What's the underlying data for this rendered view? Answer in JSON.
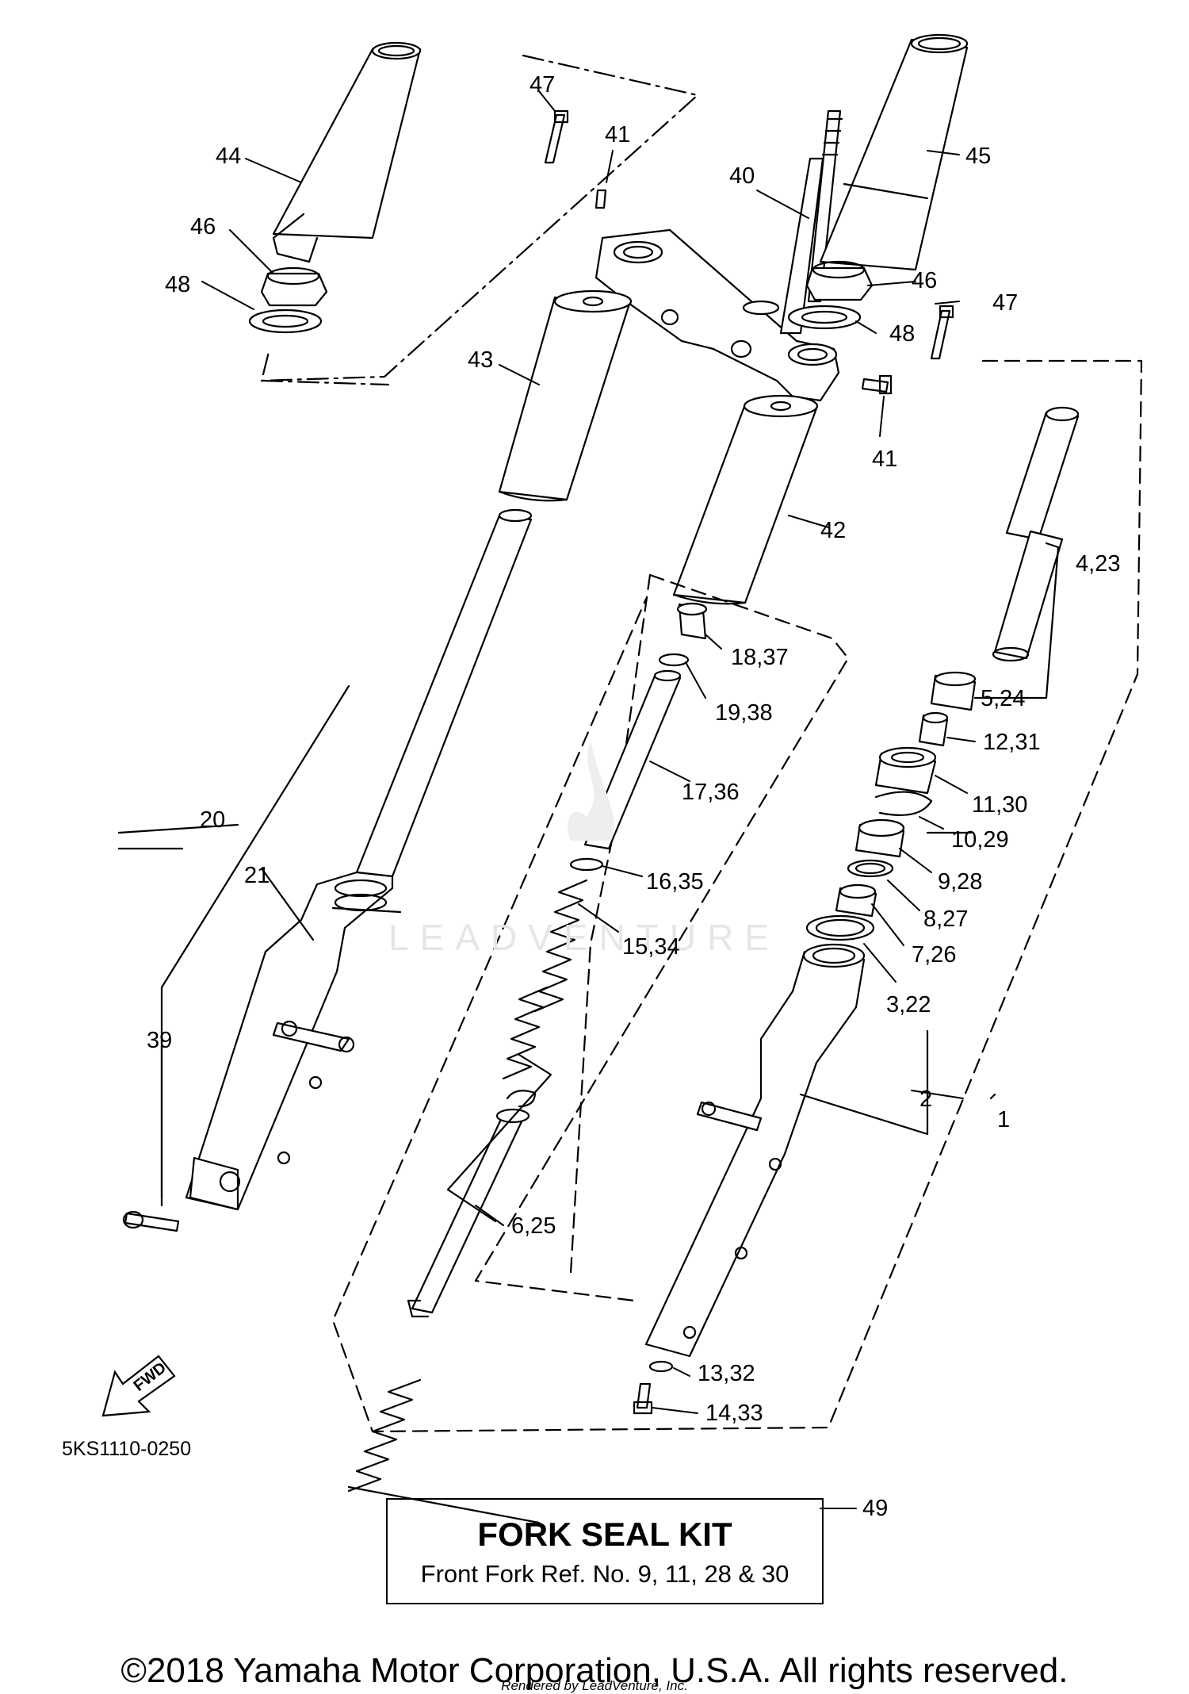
{
  "diagram_code": "5KS1110-0250",
  "fwd_label": "FWD",
  "watermark": "LEADVENTURE",
  "kit": {
    "title": "FORK SEAL KIT",
    "subtitle": "Front Fork Ref. No. 9, 11, 28 & 30",
    "ref": "49"
  },
  "copyright": "©2018 Yamaha Motor Corporation, U.S.A. All rights reserved.",
  "rendered_by": "Rendered by LeadVenture, Inc.",
  "labels": {
    "l47a": "47",
    "l41a": "41",
    "l40": "40",
    "l45": "45",
    "l44": "44",
    "l46a": "46",
    "l48a": "48",
    "l46b": "46",
    "l47b": "47",
    "l48b": "48",
    "l43": "43",
    "l41b": "41",
    "l42": "42",
    "l4_23": "4,23",
    "l18_37": "18,37",
    "l19_38": "19,38",
    "l5_24": "5,24",
    "l12_31": "12,31",
    "l17_36": "17,36",
    "l20": "20",
    "l21": "21",
    "l11_30": "11,30",
    "l10_29": "10,29",
    "l16_35": "16,35",
    "l9_28": "9,28",
    "l8_27": "8,27",
    "l15_34": "15,34",
    "l7_26": "7,26",
    "l3_22": "3,22",
    "l39": "39",
    "l2": "2",
    "l1": "1",
    "l6_25": "6,25",
    "l13_32": "13,32",
    "l14_33": "14,33"
  }
}
